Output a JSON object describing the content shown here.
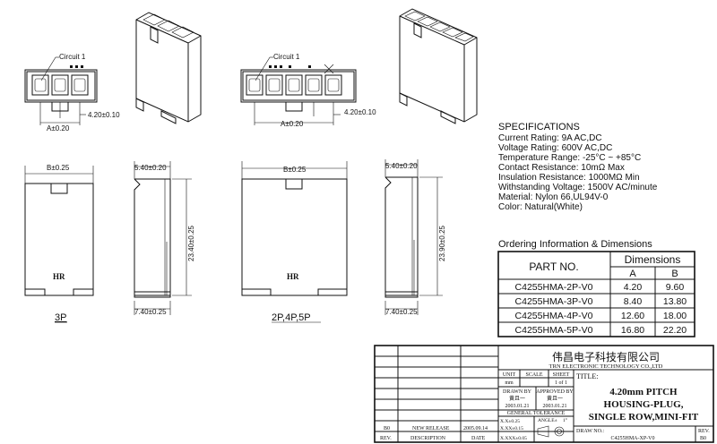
{
  "views": {
    "circuit_label": "Circuit 1",
    "pitch_dim": "4.20±0.10",
    "a_dim": "A±0.20",
    "b_dim": "B±0.25",
    "side_top_dim": "5.40±0.20",
    "side_bottom_dim": "7.40±0.25",
    "height_3p": "23.40±0.25",
    "height_multi": "23.90±0.25",
    "mark": "HR",
    "label_3p": "3P",
    "label_multi": "2P,4P,5P"
  },
  "specifications": {
    "heading": "SPECIFICATIONS",
    "lines": [
      "Current Rating: 9A AC,DC",
      "Voltage Rating: 600V AC,DC",
      "Temperature Range: -25°C ~ +85°C",
      "Contact Resistance: 10mΩ Max",
      "Insulation Resistance: 1000MΩ Min",
      "Withstanding Voltage: 1500V AC/minute",
      "Material: Nylon 66,UL94V-0",
      "Color: Natural(White)"
    ]
  },
  "ordering": {
    "heading": "Ordering Information & Dimensions",
    "part_no_header": "PART NO.",
    "dimensions_header": "Dimensions",
    "col_a": "A",
    "col_b": "B",
    "rows": [
      {
        "part": "C4255HMA-2P-V0",
        "a": "4.20",
        "b": "9.60"
      },
      {
        "part": "C4255HMA-3P-V0",
        "a": "8.40",
        "b": "13.80"
      },
      {
        "part": "C4255HMA-4P-V0",
        "a": "12.60",
        "b": "18.00"
      },
      {
        "part": "C4255HMA-5P-V0",
        "a": "16.80",
        "b": "22.20"
      }
    ]
  },
  "title_block": {
    "company_cn": "伟昌电子科技有限公司",
    "company_en": "TRN ELECTRONIC TECHNOLOGY CO.,LTD",
    "unit_label": "UNIT",
    "unit_value": "mm",
    "scale_label": "SCALE",
    "sheet_label": "SHEET",
    "sheet_value": "1 of 1",
    "title_label": "TITLE:",
    "title_lines": [
      "4.20mm PITCH",
      "HOUSING-PLUG,",
      "SINGLE ROW,MINI-FIT"
    ],
    "drawn_by_label": "DRAWN BY",
    "drawn_by_name": "黄且一",
    "drawn_date": "2003.01.21",
    "approved_by_label": "APPROVED BY",
    "approved_by_name": "黄且一",
    "approved_date": "2003.01.21",
    "general_tolerance": "GENERAL TOLERANCE",
    "tol_1": "X.X±0.25",
    "tol_2": "X.XX±0.15",
    "tol_3": "X.XXX±0.05",
    "angle_label": "ANGLE±",
    "angle_value": "1°",
    "rev_b0": "B0",
    "new_release": "NEW RELEASE",
    "release_date": "2005.09.14",
    "rev_label": "REV.",
    "description_label": "DESCRIPTION",
    "date_label": "DATE",
    "draw_no_label": "DRAW NO.:",
    "draw_no_value": "C4255HMA-XP-V0",
    "rev_value_label": "REV.",
    "rev_value": "B0"
  }
}
